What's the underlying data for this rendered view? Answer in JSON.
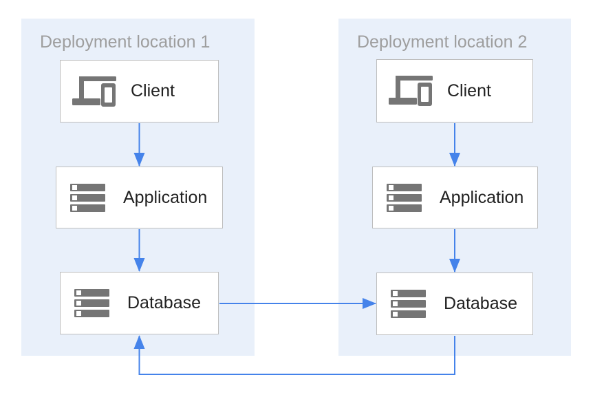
{
  "panel1": {
    "title": "Deployment location 1",
    "nodes": {
      "client": "Client",
      "application": "Application",
      "database": "Database"
    }
  },
  "panel2": {
    "title": "Deployment location 2",
    "nodes": {
      "client": "Client",
      "application": "Application",
      "database": "Database"
    }
  },
  "edges": [
    {
      "from": "location1-client",
      "to": "location1-application",
      "direction": "down"
    },
    {
      "from": "location1-application",
      "to": "location1-database",
      "direction": "down"
    },
    {
      "from": "location2-client",
      "to": "location2-application",
      "direction": "down"
    },
    {
      "from": "location2-application",
      "to": "location2-database",
      "direction": "down"
    },
    {
      "from": "location1-database",
      "to": "location2-database",
      "direction": "right"
    },
    {
      "from": "location2-database",
      "to": "location1-database",
      "direction": "bottom-loop"
    }
  ],
  "icons": {
    "client": "devices-icon",
    "application": "server-stack-icon",
    "database": "server-stack-icon"
  },
  "colors": {
    "canvas_bg": "#ffffff",
    "panel_bg": "#e9f0fa",
    "box_bg": "#ffffff",
    "box_border": "#bdbdbd",
    "arrow": "#4583ea",
    "icon_color": "#757575",
    "title_text": "#9e9e9e",
    "label_text": "#212121"
  }
}
